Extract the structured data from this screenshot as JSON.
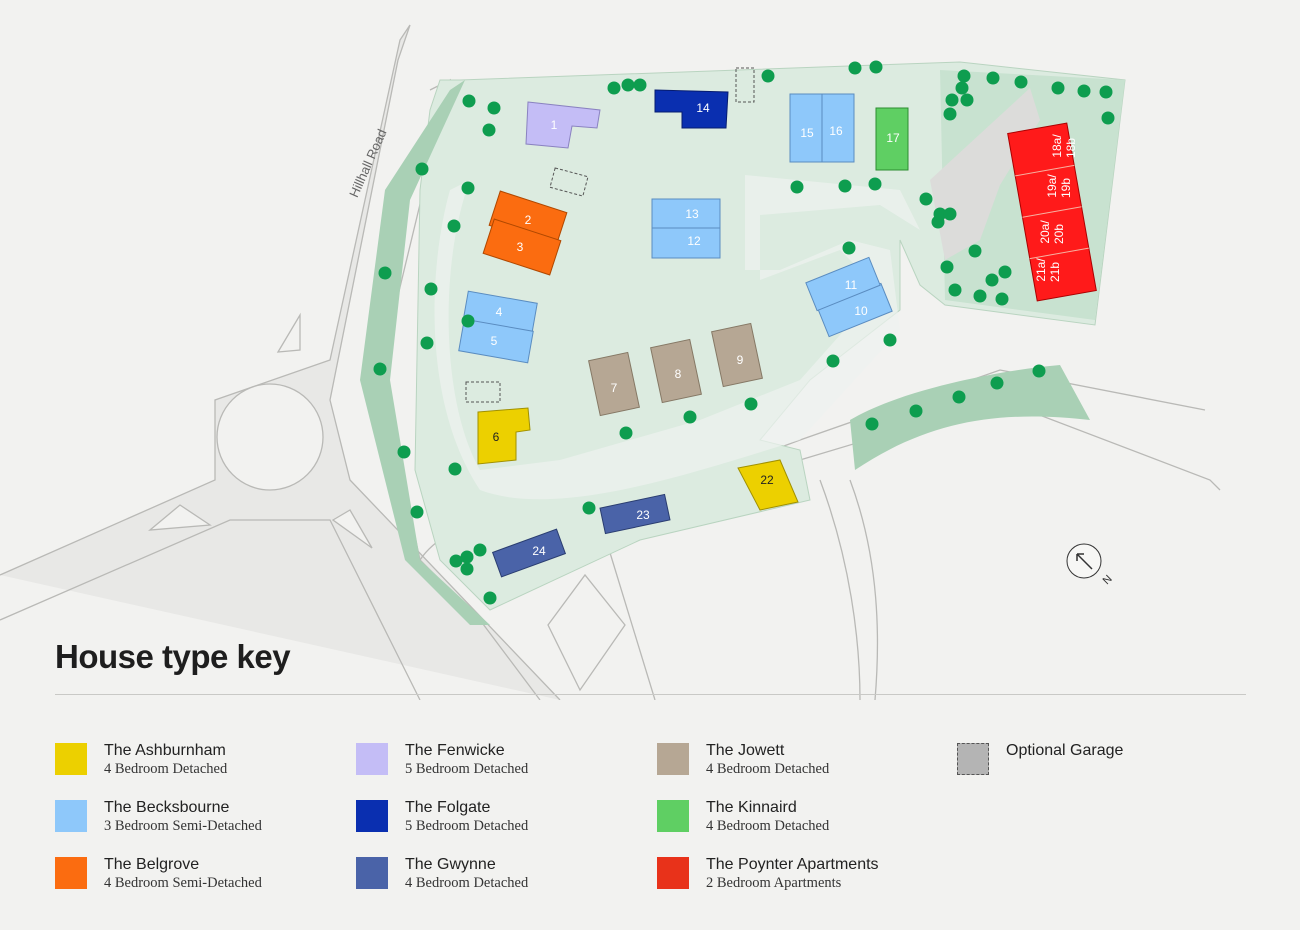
{
  "map": {
    "road_name": "Hillhall Road",
    "compass_label": "N",
    "plots": {
      "p1": "1",
      "p2": "2",
      "p3": "3",
      "p4": "4",
      "p5": "5",
      "p6": "6",
      "p7": "7",
      "p8": "8",
      "p9": "9",
      "p10": "10",
      "p11": "11",
      "p12": "12",
      "p13": "13",
      "p14": "14",
      "p15": "15",
      "p16": "16",
      "p17": "17",
      "p18a": "18a/",
      "p18b": "18b",
      "p19a": "19a/",
      "p19b": "19b",
      "p20a": "20a/",
      "p20b": "20b",
      "p21a": "21a/",
      "p21b": "21b",
      "p22": "22",
      "p23": "23",
      "p24": "24"
    }
  },
  "key": {
    "title": "House type key",
    "items": [
      {
        "name": "The Ashburnham",
        "desc": "4 Bedroom Detached",
        "color": "#ecd000"
      },
      {
        "name": "The Becksbourne",
        "desc": "3 Bedroom Semi-Detached",
        "color": "#8ec8fa"
      },
      {
        "name": "The Belgrove",
        "desc": "4 Bedroom Semi-Detached",
        "color": "#fb6c10"
      },
      {
        "name": "The Fenwicke",
        "desc": "5 Bedroom Detached",
        "color": "#c4bdf6"
      },
      {
        "name": "The Folgate",
        "desc": "5 Bedroom Detached",
        "color": "#0a2fb0"
      },
      {
        "name": "The Gwynne",
        "desc": "4 Bedroom Detached",
        "color": "#4a63a8"
      },
      {
        "name": "The Jowett",
        "desc": "4 Bedroom Detached",
        "color": "#b6a794"
      },
      {
        "name": "The Kinnaird",
        "desc": "4 Bedroom Detached",
        "color": "#5fcf63"
      },
      {
        "name": "The Poynter Apartments",
        "desc": "2 Bedroom Apartments",
        "color": "#e8321a"
      },
      {
        "name": "Optional Garage",
        "desc": null,
        "color": "#b4b4b4"
      }
    ]
  }
}
